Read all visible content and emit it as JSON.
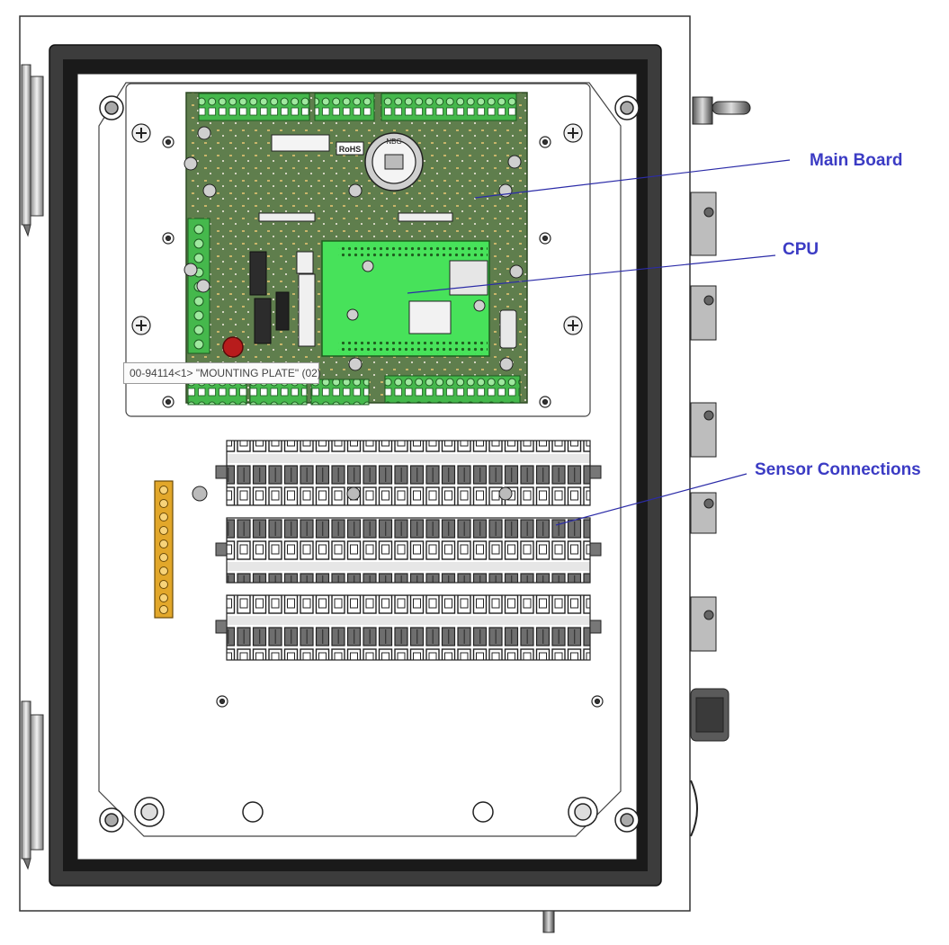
{
  "callouts": {
    "main_board": "Main Board",
    "cpu": "CPU",
    "sensor_connections": "Sensor Connections"
  },
  "tooltip": "00-94114<1> \"MOUNTING PLATE\" (02)",
  "board_marks": {
    "rohs": "RoHS",
    "battery": "NBG"
  },
  "colors": {
    "callout_text": "#3b3bc4",
    "leader_line": "#2c2ca8",
    "pcb": "#5f7e4d",
    "cpu_module": "#47e25a",
    "terminal_green": "#45b84c",
    "ground_bar": "#e2a72a",
    "enclosure": "#ffffff",
    "gasket": "#3c3c3c"
  },
  "icons": [
    "screw-icon",
    "hinge-icon",
    "cable-gland-icon",
    "connector-icon"
  ]
}
